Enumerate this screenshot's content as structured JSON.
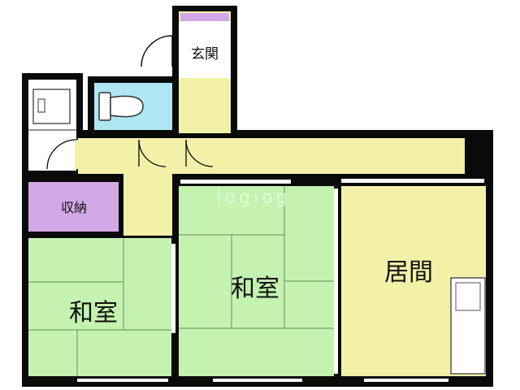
{
  "colors": {
    "wall": "#0a0a0a",
    "tatami": "#c4f2b0",
    "living": "#f3f1a8",
    "corridor": "#f3f1a8",
    "storage": "#d3a8e6",
    "bath": "#aee7f2",
    "window": "#ffffff",
    "fixture_line": "#666666"
  },
  "rooms": {
    "genkan": {
      "label": "玄関"
    },
    "storage": {
      "label": "収納"
    },
    "washitsu_left": {
      "label": "和室"
    },
    "washitsu_center": {
      "label": "和室"
    },
    "living": {
      "label": "居間"
    }
  },
  "watermark": {
    "text": "iogiog"
  }
}
